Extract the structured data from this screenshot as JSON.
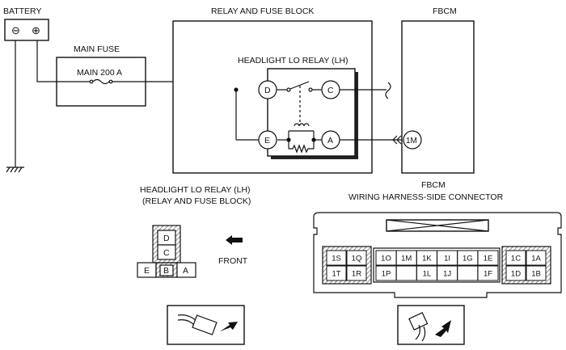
{
  "labels": {
    "battery": "BATTERY",
    "battery_neg": "⊖",
    "battery_pos": "⊕",
    "main_fuse": "MAIN FUSE",
    "main_fuse_rating": "MAIN 200 A",
    "relay_fuse_block": "RELAY AND FUSE BLOCK",
    "fbcm": "FBCM",
    "headlight_relay": "HEADLIGHT LO RELAY (LH)",
    "fbcm_pin": "1M",
    "relay_connector_title_1": "HEADLIGHT LO RELAY (LH)",
    "relay_connector_title_2": "(RELAY AND FUSE BLOCK)",
    "front": "FRONT",
    "fbcm_connector_title_1": "FBCM",
    "fbcm_connector_title_2": "WIRING HARNESS-SIDE CONNECTOR"
  },
  "relay_terminals": {
    "d": "D",
    "c": "C",
    "e": "E",
    "a": "A"
  },
  "relay_connector_pins": {
    "d": "D",
    "c": "C",
    "e": "E",
    "b": "B",
    "a": "A"
  },
  "fbcm_connector": {
    "left": [
      "1S",
      "1Q",
      "1T",
      "1R"
    ],
    "middle_top": [
      "1O",
      "1M",
      "1K",
      "1I",
      "1G",
      "1E"
    ],
    "middle_bottom": [
      "1P",
      "",
      "1L",
      "1J",
      "",
      "1F"
    ],
    "right": [
      "1C",
      "1A",
      "1D",
      "1B"
    ]
  },
  "colors": {
    "line": "#111111",
    "background": "#ffffff",
    "hatch": "#555555"
  }
}
